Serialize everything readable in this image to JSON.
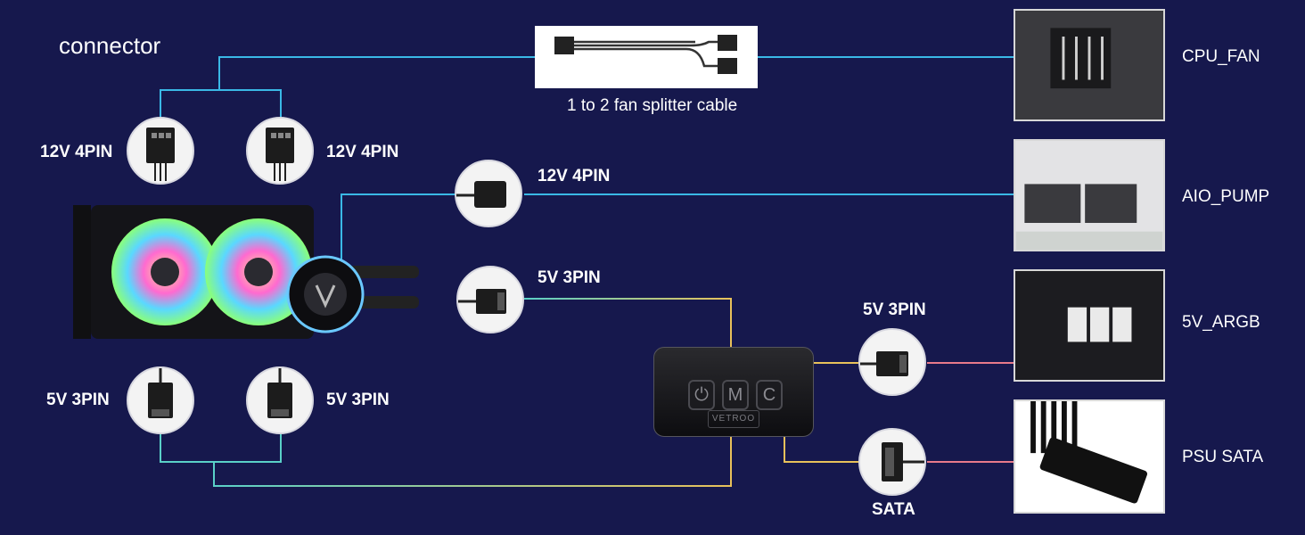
{
  "header": {
    "title": "connector"
  },
  "labels": {
    "fan1_top": "12V 4PIN",
    "fan2_top": "12V 4PIN",
    "pump_4pin": "12V 4PIN",
    "pump_argb": "5V 3PIN",
    "fan1_argb": "5V 3PIN",
    "fan2_argb": "5V 3PIN",
    "hub_out": "5V 3PIN",
    "sata": "SATA"
  },
  "splitter": {
    "caption": "1 to 2  fan splitter cable"
  },
  "headers": [
    {
      "label": "CPU_FAN"
    },
    {
      "label": "AIO_PUMP"
    },
    {
      "label": "5V_ARGB"
    },
    {
      "label": "PSU SATA"
    }
  ],
  "controller": {
    "buttons": [
      "",
      "M",
      "C"
    ],
    "brand": "VETROO"
  },
  "colors": {
    "background": "#16184d",
    "fan_wire": "#3ab8e6",
    "argb_wire": "#e8c15a",
    "argb_wire_alt": "#5ad0c8",
    "red_wire": "#e87a8a"
  }
}
